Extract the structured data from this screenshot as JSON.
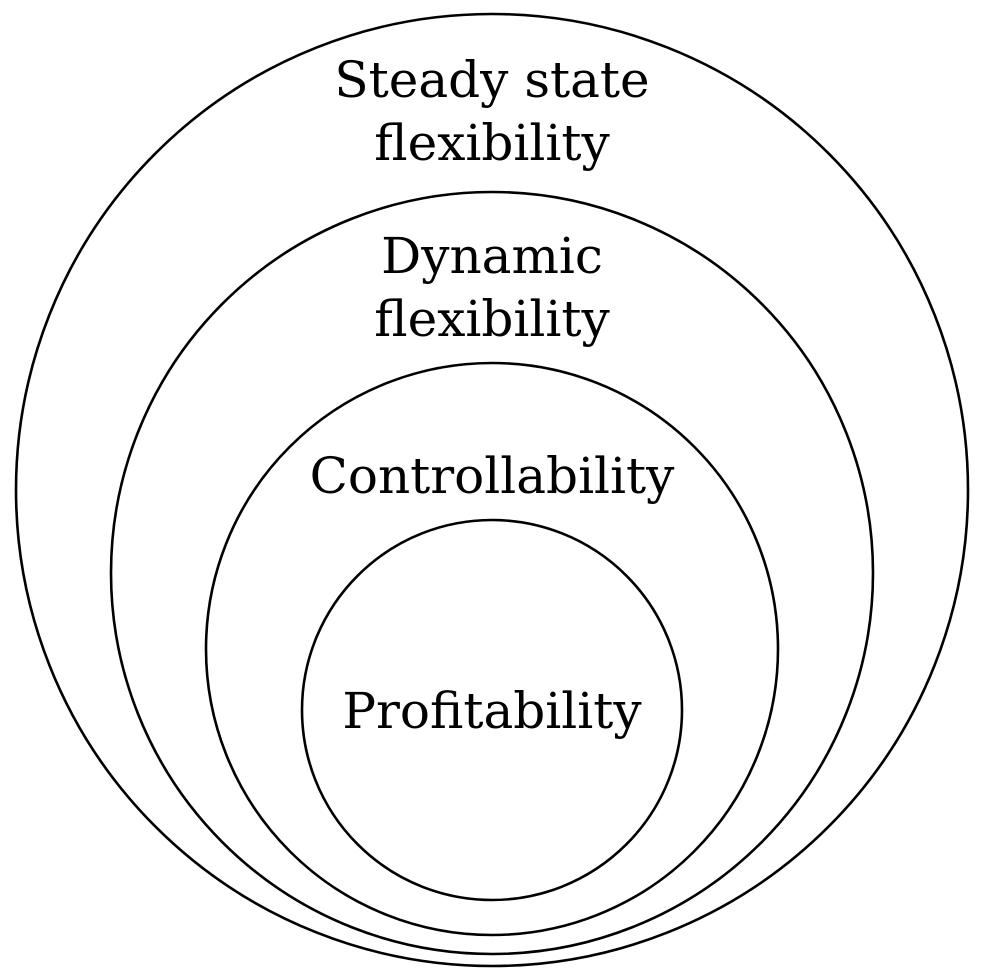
{
  "diagram": {
    "type": "nested-circles",
    "line_color": "#000000",
    "text_color": "#000000",
    "levels": [
      {
        "lines": [
          "Steady state",
          "flexibility"
        ]
      },
      {
        "lines": [
          "Dynamic",
          "flexibility"
        ]
      },
      {
        "lines": [
          "Controllability"
        ]
      },
      {
        "lines": [
          "Profitability"
        ]
      }
    ]
  }
}
